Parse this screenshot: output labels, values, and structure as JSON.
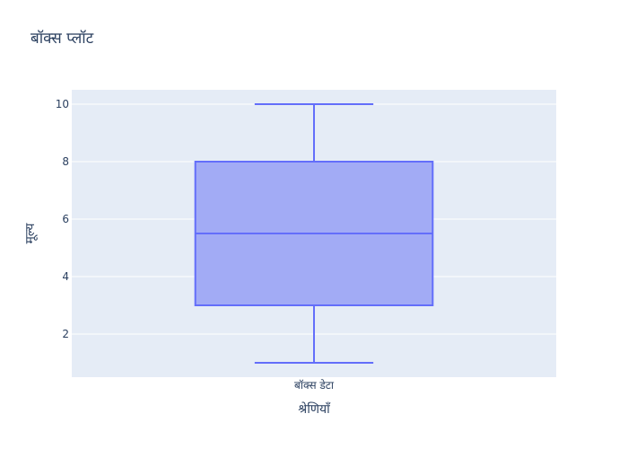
{
  "chart_data": {
    "type": "box",
    "title": "बॉक्स प्लॉट",
    "xlabel": "श्रेणियाँ",
    "ylabel": "मूल्य",
    "categories": [
      "बॉक्स डेटा"
    ],
    "series": [
      {
        "category": "बॉक्स डेटा",
        "min": 1,
        "q1": 3,
        "median": 5.5,
        "q3": 8,
        "max": 10
      }
    ],
    "yticks": [
      2,
      4,
      6,
      8,
      10
    ],
    "ylim": [
      0.5,
      10.5
    ],
    "grid": true,
    "legend": "none"
  },
  "colors": {
    "plot_bg": "#e5ecf6",
    "grid": "#ffffff",
    "box_fill": "#a2abf5",
    "box_line": "#636efa",
    "text": "#2a3f5f"
  }
}
